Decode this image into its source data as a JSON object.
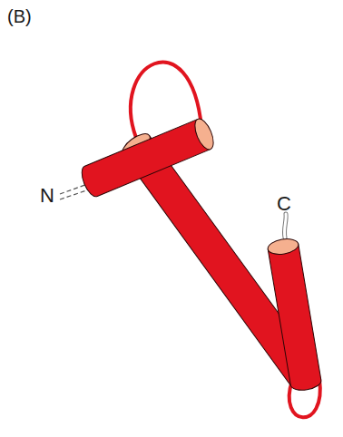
{
  "diagram": {
    "labels": [
      "(B)",
      "N",
      "C"
    ]
  }
}
